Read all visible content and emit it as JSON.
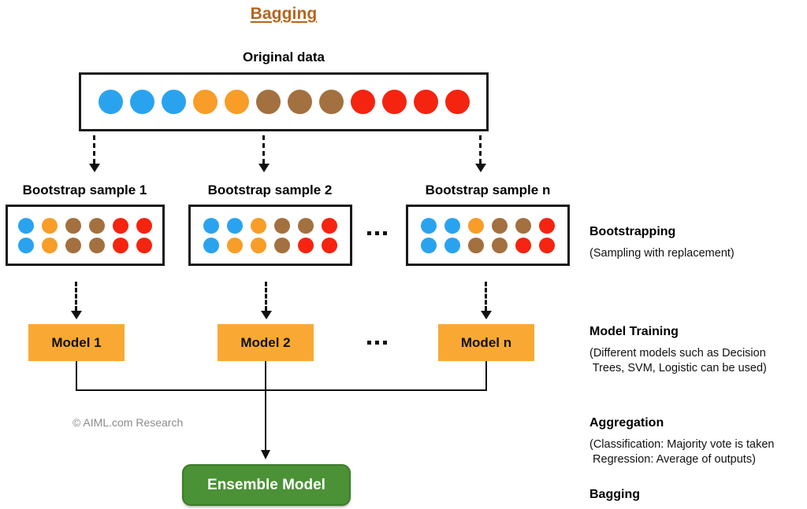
{
  "diagram": {
    "title": "Bagging",
    "title_color": "#b5651d",
    "watermark": "© AIML.com Research"
  },
  "palette": {
    "blue": "#2aa3ef",
    "orange": "#f79d28",
    "brown": "#a3703f",
    "red": "#f42410",
    "model_box": "#f9a933",
    "ensemble_box": "#4a9235",
    "stroke": "#1a1a1a"
  },
  "original": {
    "label": "Original data",
    "dots": [
      "blue",
      "blue",
      "blue",
      "orange",
      "orange",
      "brown",
      "brown",
      "brown",
      "red",
      "red",
      "red",
      "red"
    ]
  },
  "samples": [
    {
      "label": "Bootstrap sample 1",
      "rows": [
        [
          "blue",
          "orange",
          "brown",
          "brown",
          "red",
          "red"
        ],
        [
          "blue",
          "orange",
          "brown",
          "brown",
          "red",
          "red"
        ]
      ]
    },
    {
      "label": "Bootstrap sample 2",
      "rows": [
        [
          "blue",
          "blue",
          "orange",
          "brown",
          "brown",
          "red"
        ],
        [
          "blue",
          "orange",
          "orange",
          "brown",
          "red",
          "red"
        ]
      ]
    },
    {
      "label": "Bootstrap sample n",
      "rows": [
        [
          "blue",
          "blue",
          "orange",
          "brown",
          "brown",
          "red"
        ],
        [
          "blue",
          "blue",
          "brown",
          "brown",
          "red",
          "red"
        ]
      ]
    }
  ],
  "models": [
    {
      "label": "Model 1"
    },
    {
      "label": "Model 2"
    },
    {
      "label": "Model n"
    }
  ],
  "ensemble": {
    "label": "Ensemble Model"
  },
  "notes": [
    {
      "head": "Bootstrapping",
      "body": "(Sampling with replacement)"
    },
    {
      "head": "Model Training",
      "body": "(Different models such as Decision\n Trees, SVM, Logistic can be used)"
    },
    {
      "head": "Aggregation",
      "body": "(Classification: Majority vote is taken\n Regression: Average of outputs)"
    },
    {
      "head": "Bagging",
      "body": ""
    }
  ],
  "ellipsis_symbol": "..."
}
